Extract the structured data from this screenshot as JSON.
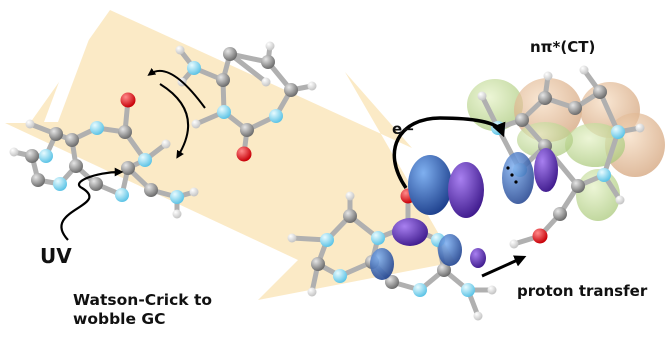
{
  "labels": {
    "uv": "UV",
    "transition_line1": "Watson-Crick to",
    "transition_line2": "wobble GC",
    "orbital_state": "nπ*(CT)",
    "electron": "e−",
    "proton_transfer": "proton transfer"
  },
  "colors": {
    "arrow_fill": "#fbe8c0",
    "carbon": "#8c8c8c",
    "nitrogen": "#8fd8f0",
    "oxygen": "#e8141c",
    "hydrogen": "#f4f4f4",
    "bond": "#b0b0b0",
    "orbital_blue": "#2f5fb4",
    "orbital_purple": "#6a2fc0",
    "orbital_green": "#c2dc9a",
    "orbital_orange": "#e6bc94",
    "arrows": "#000000"
  }
}
